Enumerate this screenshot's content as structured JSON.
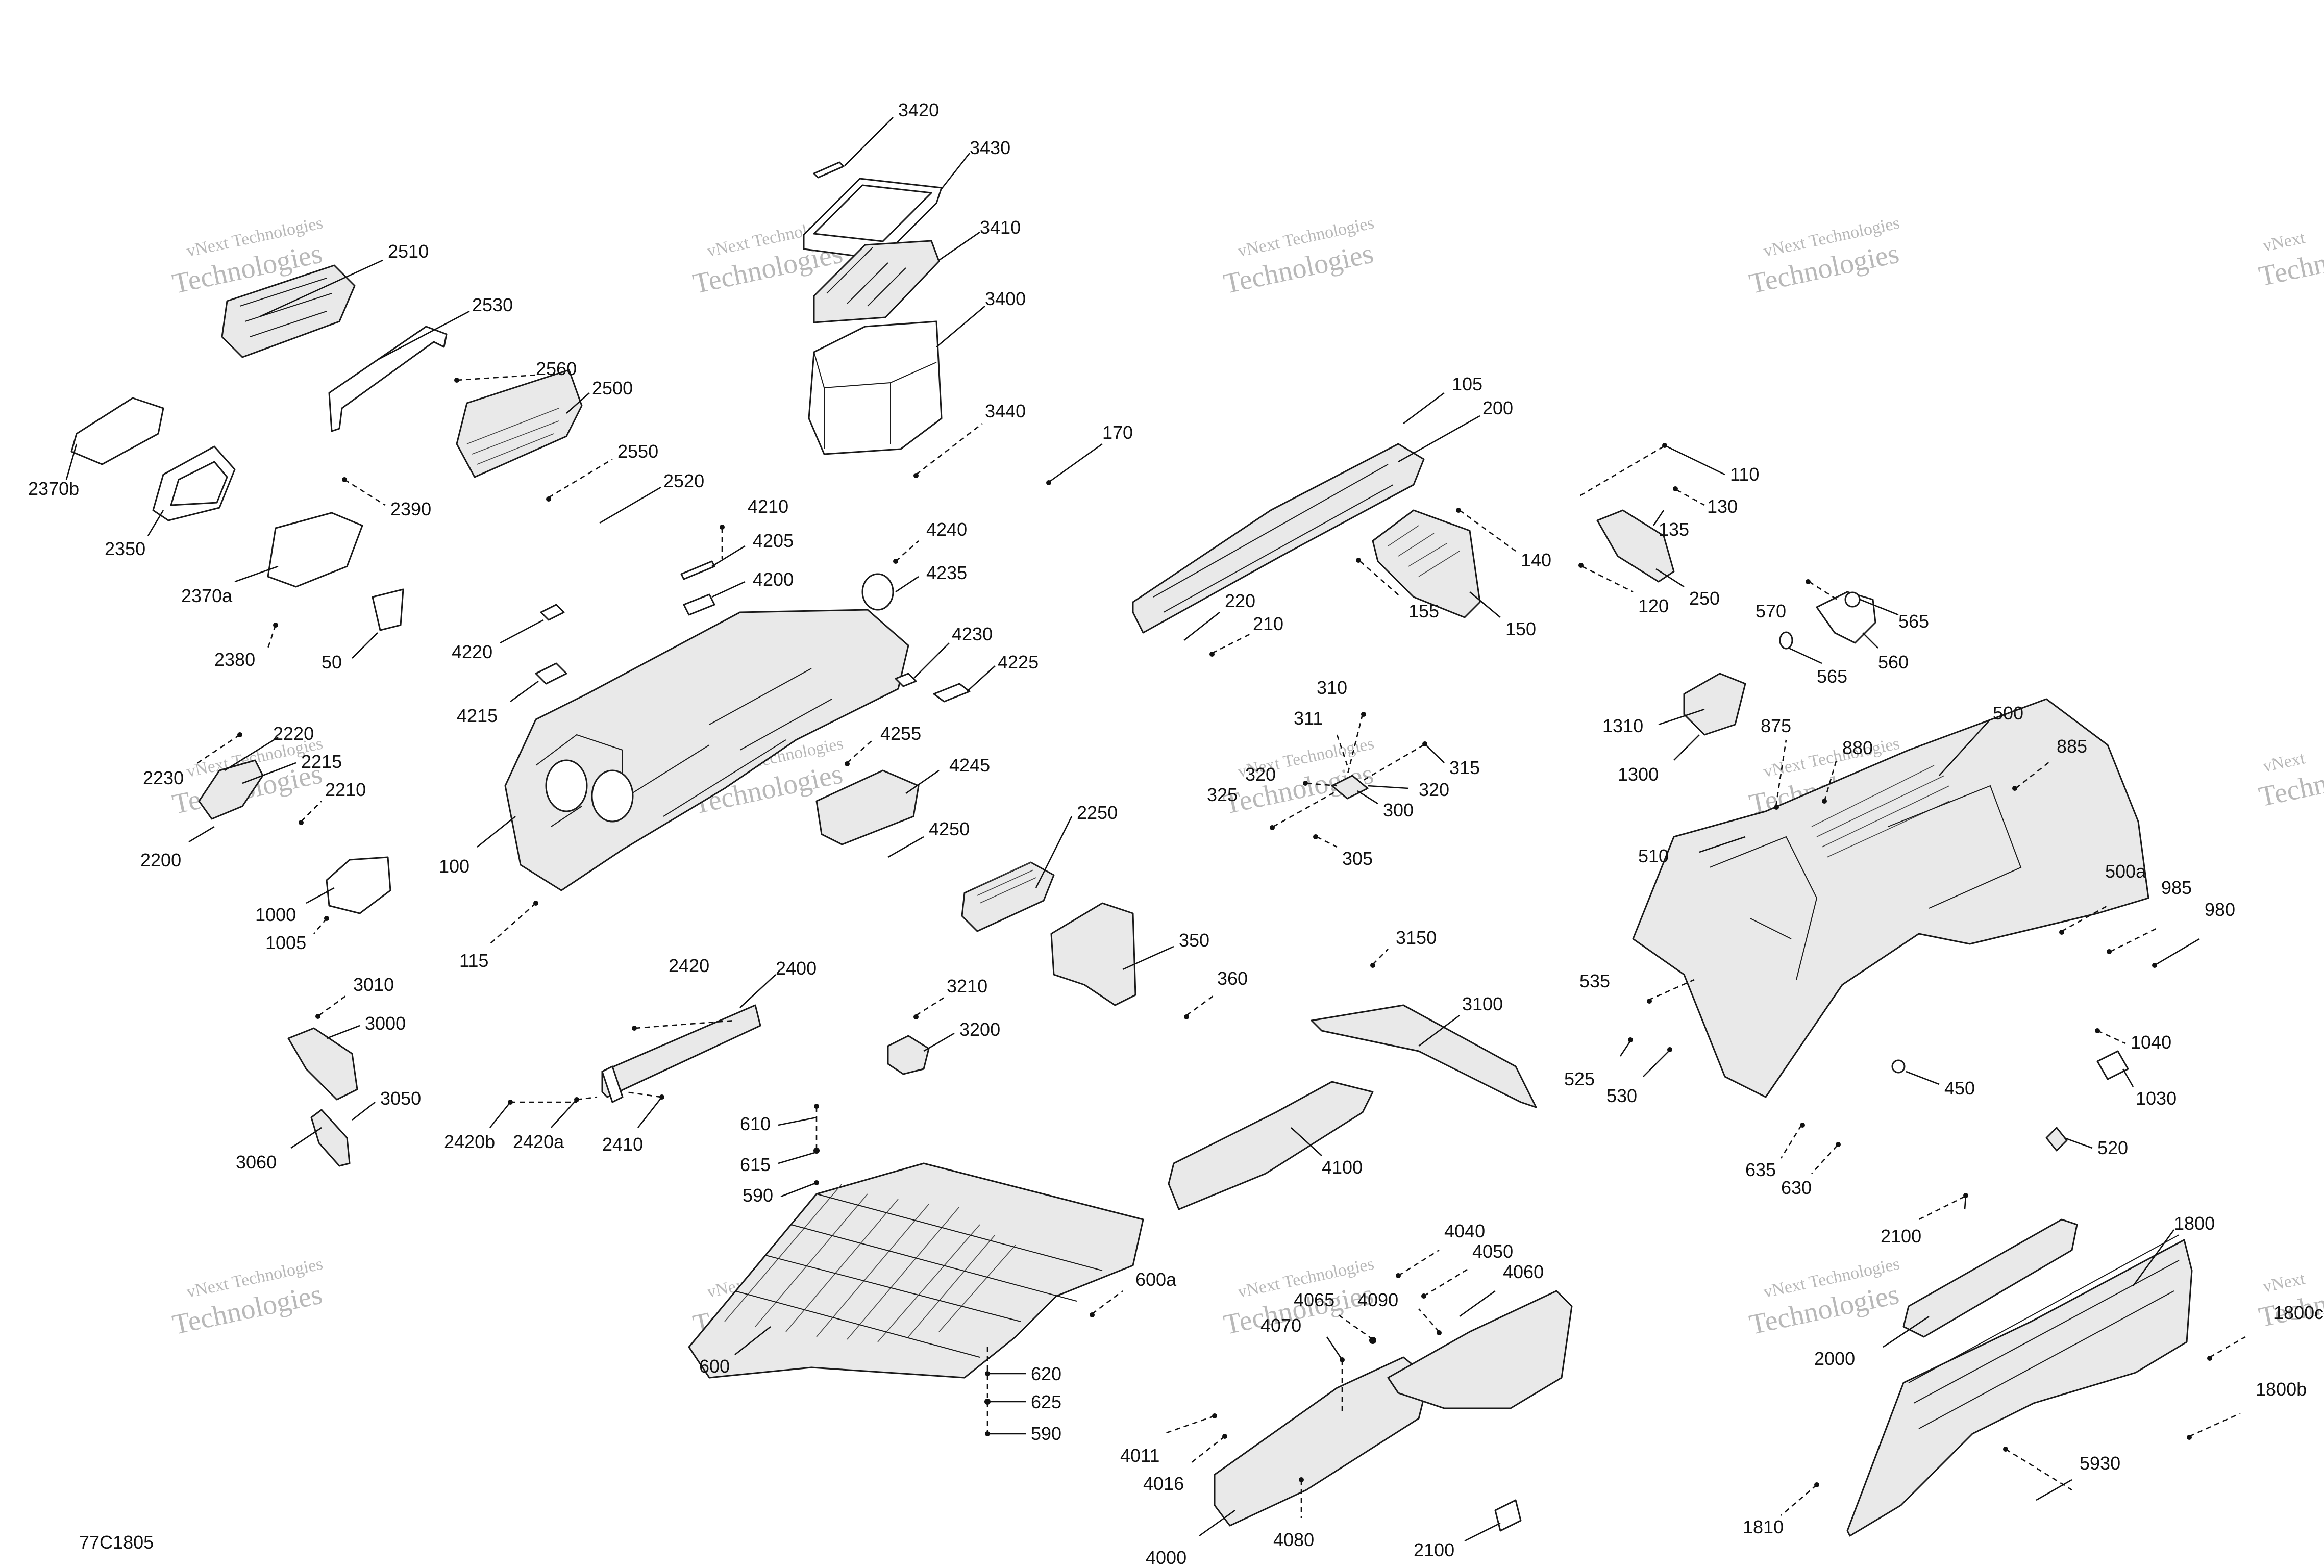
{
  "diagram_id": "77C1805",
  "watermark": {
    "line1": "vNext",
    "line2": "Technologies",
    "line1b": "vNext Technologies"
  },
  "labels": {
    "l3420": "3420",
    "l3430": "3430",
    "l3410": "3410",
    "l3400": "3400",
    "l3440": "3440",
    "l170": "170",
    "l2510": "2510",
    "l2530": "2530",
    "l2560": "2560",
    "l2500": "2500",
    "l2550": "2550",
    "l2520": "2520",
    "l2370b": "2370b",
    "l2350": "2350",
    "l2390": "2390",
    "l2370a": "2370a",
    "l2380": "2380",
    "l50": "50",
    "l4210": "4210",
    "l4205": "4205",
    "l4200": "4200",
    "l4240": "4240",
    "l4235": "4235",
    "l4220": "4220",
    "l4215": "4215",
    "l4230": "4230",
    "l4225": "4225",
    "l4255": "4255",
    "l4245": "4245",
    "l4250": "4250",
    "l100": "100",
    "l115": "115",
    "l2250": "2250",
    "l105": "105",
    "l200": "200",
    "l140": "140",
    "l155": "155",
    "l150": "150",
    "l220": "220",
    "l210": "210",
    "l110": "110",
    "l130": "130",
    "l135": "135",
    "l120": "120",
    "l250": "250",
    "l570": "570",
    "l565a": "565",
    "l560": "560",
    "l565b": "565",
    "l310": "310",
    "l311": "311",
    "l320a": "320",
    "l325": "325",
    "l315": "315",
    "l320b": "320",
    "l300": "300",
    "l305": "305",
    "l1310": "1310",
    "l1300": "1300",
    "l875": "875",
    "l880": "880",
    "l500": "500",
    "l885": "885",
    "l510": "510",
    "l500a": "500a",
    "l985": "985",
    "l980": "980",
    "l535": "535",
    "l525": "525",
    "l530": "530",
    "l450": "450",
    "l1040": "1040",
    "l1030": "1030",
    "l520": "520",
    "l635": "635",
    "l630": "630",
    "l2220": "2220",
    "l2215": "2215",
    "l2230": "2230",
    "l2210": "2210",
    "l2200": "2200",
    "l1000": "1000",
    "l1005": "1005",
    "l3010": "3010",
    "l3000": "3000",
    "l3050": "3050",
    "l3060": "3060",
    "l2420": "2420",
    "l2400": "2400",
    "l2420b": "2420b",
    "l2420a": "2420a",
    "l2410": "2410",
    "l350": "350",
    "l360": "360",
    "l3210": "3210",
    "l3200": "3200",
    "l3150": "3150",
    "l3100": "3100",
    "l4100": "4100",
    "l610": "610",
    "l615": "615",
    "l590a": "590",
    "l600a": "600a",
    "l600": "600",
    "l620": "620",
    "l625": "625",
    "l590b": "590",
    "l4040": "4040",
    "l4050": "4050",
    "l4060": "4060",
    "l4065": "4065",
    "l4090": "4090",
    "l4070": "4070",
    "l4011": "4011",
    "l4016": "4016",
    "l4080": "4080",
    "l4000": "4000",
    "l2100a": "2100",
    "l2100b": "2100",
    "l1800": "1800",
    "l2000": "2000",
    "l1800c": "1800c",
    "l1800b": "1800b",
    "l5930": "5930",
    "l1810": "1810"
  }
}
